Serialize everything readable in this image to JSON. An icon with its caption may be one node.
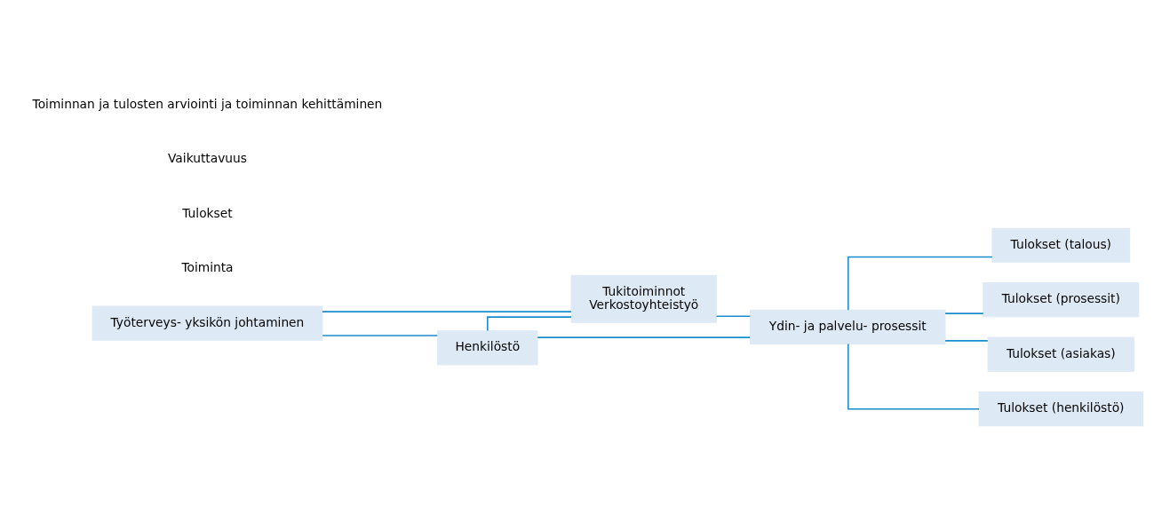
{
  "diagram": {
    "nodes": [
      {
        "text": [
          "Työterveys- yksikön johtaminen"
        ]
      },
      {
        "text": [
          "Henkilöstö"
        ]
      },
      {
        "text": [
          "Tukitoiminnot",
          "Verkostoyhteistyö"
        ]
      },
      {
        "text": [
          "Ydin- ja palvelu- prosessit"
        ]
      },
      {
        "text": [
          "Tulokset (talous)"
        ]
      },
      {
        "text": [
          "Tulokset (prosessit)"
        ]
      },
      {
        "text": [
          "Tulokset (asiakas)"
        ]
      },
      {
        "text": [
          "Tulokset (henkilöstö)"
        ]
      }
    ],
    "edges": [
      {
        "from": 0,
        "to": 1,
        "arrow": "none"
      },
      {
        "from": 0,
        "to": 2,
        "arrow": "none"
      },
      {
        "from": 1,
        "to": 2,
        "arrow": "none"
      },
      {
        "from": 1,
        "to": 3,
        "arrow": "none"
      },
      {
        "from": 2,
        "to": 3,
        "arrow": "none"
      },
      {
        "from": 3,
        "to": 4,
        "arrow": "none"
      },
      {
        "from": 3,
        "to": 5,
        "arrow": "none"
      },
      {
        "from": 3,
        "to": 6,
        "arrow": "none"
      },
      {
        "from": 3,
        "to": 7,
        "arrow": "none"
      }
    ],
    "labels": [
      "Toiminta",
      "Tulokset",
      "Vaikuttavuus",
      "Toiminnan ja tulosten arviointi ja toiminnan kehittäminen"
    ]
  }
}
